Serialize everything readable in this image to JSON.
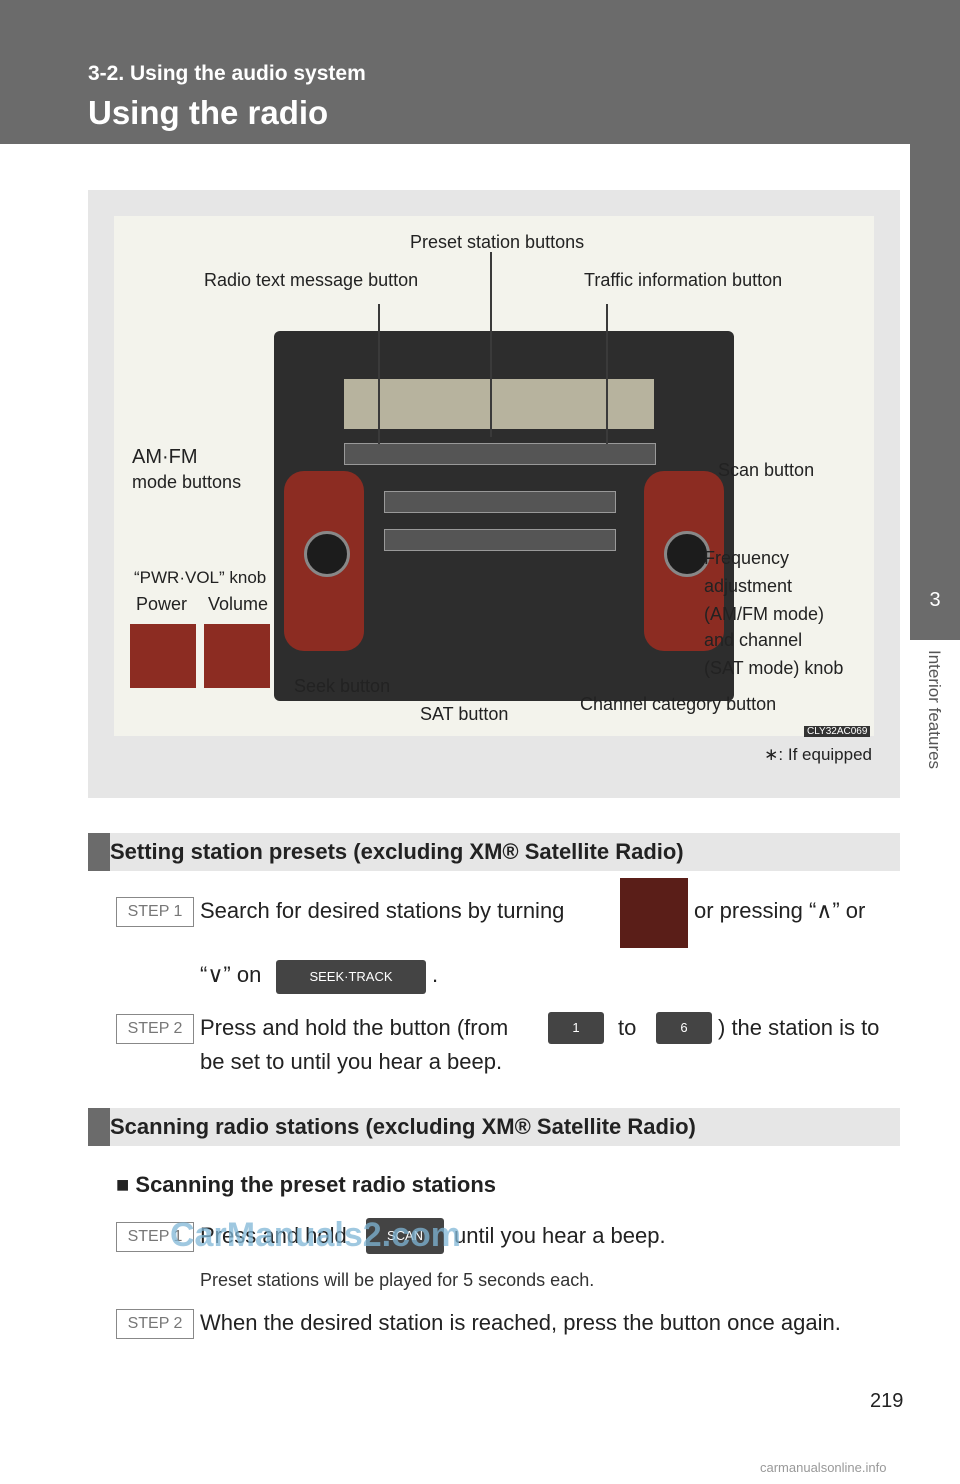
{
  "header": {
    "section": "3-2. Using the audio system",
    "title": "Using the radio"
  },
  "sidetab": {
    "number": "3",
    "chapter": "Interior features"
  },
  "figure": {
    "labels": {
      "preset": "Preset station buttons",
      "radio_text": "Radio text message button",
      "traffic": "Traffic information button",
      "amfm_1": "AM·FM",
      "amfm_2": "mode buttons",
      "scan": "Scan button",
      "pwr_knob": "“PWR·VOL” knob",
      "power": "Power",
      "volume": "Volume",
      "freq_1": "Frequency",
      "freq_2": "adjustment",
      "freq_3": "(AM/FM mode)",
      "freq_4": "and channel",
      "freq_5": "(SAT mode) knob",
      "seek": "Seek button",
      "sat": "SAT button",
      "channel": "Channel category button",
      "code": "CLY32AC069"
    },
    "footnote": "∗: If equipped"
  },
  "section1": {
    "title": "Setting station presets (excluding XM® Satellite Radio)",
    "step1_label": "STEP 1",
    "step1_a": "Search for desired stations by turning",
    "step1_b": "or pressing “∧” or",
    "step1_c": "“∨” on",
    "step1_d": ".",
    "seek_icon": "SEEK·TRACK",
    "step2_label": "STEP 2",
    "step2_a": "Press and hold the button (from",
    "step2_b": "to",
    "step2_c": ") the station is to",
    "step2_d": "be set to until you hear a beep.",
    "btn1": "1",
    "btn6": "6"
  },
  "section2": {
    "title": "Scanning radio stations (excluding XM® Satellite Radio)",
    "subhead": "■ Scanning the preset radio stations",
    "step1_label": "STEP 1",
    "step1_a": "Press and hold",
    "step1_b": "until you hear a beep.",
    "scan_icon": "SCAN",
    "note": "Preset stations will be played for 5 seconds each.",
    "step2_label": "STEP 2",
    "step2_a": "When the desired station is reached, press the button once again."
  },
  "page_number": "219",
  "watermark": "CarManuals2.com",
  "footer": "carmanualsonline.info"
}
